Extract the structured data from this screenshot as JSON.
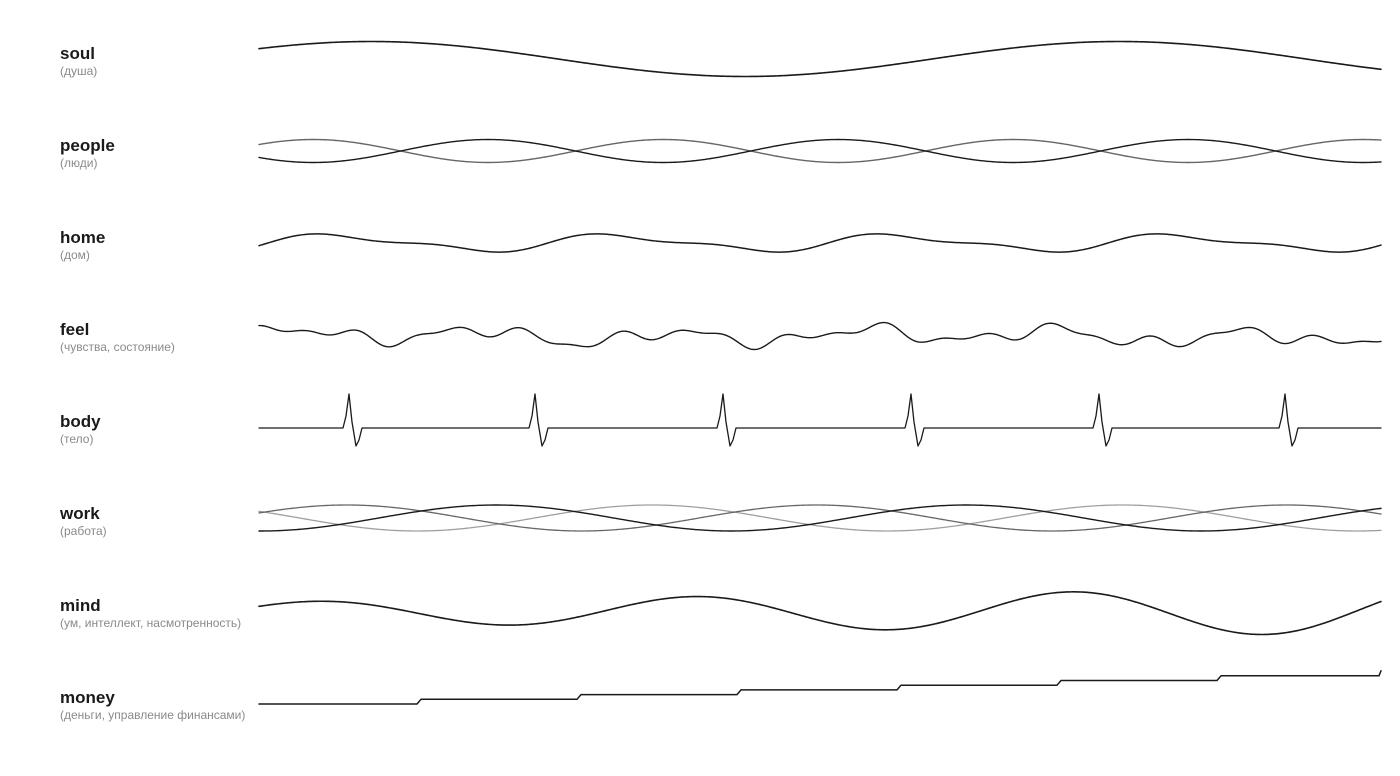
{
  "rows": [
    {
      "key": "soul",
      "title": "soul",
      "subtitle": "(душа)"
    },
    {
      "key": "people",
      "title": "people",
      "subtitle": "(люди)"
    },
    {
      "key": "home",
      "title": "home",
      "subtitle": "(дом)"
    },
    {
      "key": "feel",
      "title": "feel",
      "subtitle": "(чувства, состояние)"
    },
    {
      "key": "body",
      "title": "body",
      "subtitle": "(тело)"
    },
    {
      "key": "work",
      "title": "work",
      "subtitle": "(работа)"
    },
    {
      "key": "mind",
      "title": "mind",
      "subtitle": "(ум, интеллект, насмотренность)"
    },
    {
      "key": "money",
      "title": "money",
      "subtitle": "(деньги, управление финансами)"
    }
  ],
  "colors": {
    "primary_line": "#1a1a1a",
    "secondary_line": "#666666",
    "tertiary_line": "#a0a0a0",
    "subtitle_text": "#8a8a8a"
  }
}
